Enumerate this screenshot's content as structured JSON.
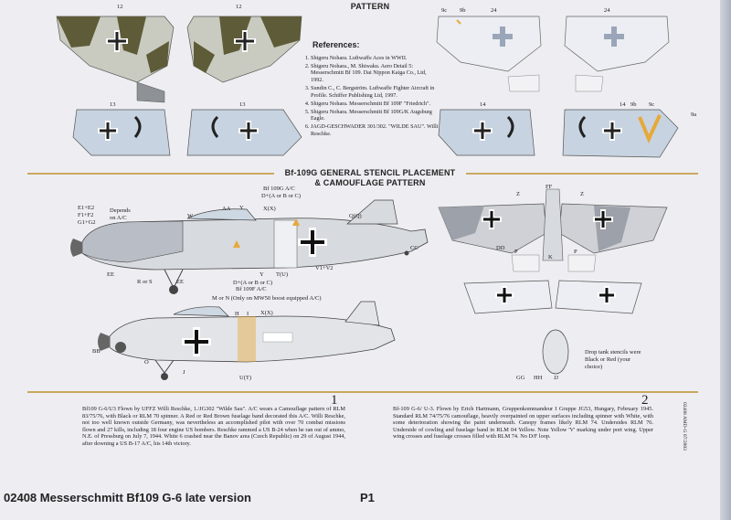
{
  "header": {
    "pattern_title": "PATTERN",
    "stencil_title_line1": "Bf-109G GENERAL STENCIL PLACEMENT",
    "stencil_title_line2": "& CAMOUFLAGE PATTERN"
  },
  "references": {
    "heading": "References:",
    "items": [
      "Shigeru Nohara. Luftwaffe Aces in WWII.",
      "Shigeru Nohara., M. Shiwaku. Aero Detail 5: Messerschmitt Bf 109. Dai Nippon Kaiga Co., Ltd, 1992.",
      "Sundin C., C. Bergström. Luftwaffe Fighter Aircraft in Profile. Schiffer Publishing Ltd, 1997.",
      "Shigeru Nohara. Messerschmitt Bf 109F \"Friedrich\".",
      "Shigeru Nohara. Messerschmitt Bf 109G/K Augsburg Eagle.",
      "JAGD-GESCHWADER 301/302. \"WILDE SAU\". Willi Reschke."
    ]
  },
  "markers_top": {
    "left_top_12a": "12",
    "left_top_12b": "12",
    "left_bottom_13a": "13",
    "left_bottom_13b": "13",
    "right_9c": "9c",
    "right_9b": "9b",
    "right_24a": "24",
    "right_24b": "24",
    "right_14": "14",
    "right_14b": "14",
    "right_9b2": "9b",
    "right_9c2": "9c",
    "right_9a": "9a"
  },
  "stencil_labels": {
    "e1e2": "E1+E2",
    "f1f2": "F1+F2",
    "g1g2": "G1+G2",
    "depends": "Depends",
    "on_ac": "on A/C",
    "bf109g_ac": "Bf 109G A/C",
    "d_a_bc": "D+(A or B or C)",
    "w": "W",
    "aa": "AA",
    "y": "Y",
    "x": "X(X)",
    "qq": "Q(Q)",
    "cc": "CC",
    "ee": "EE",
    "r_or_s": "R or S",
    "ee2": "EE",
    "d_a_bc2": "D+(A or B or C)",
    "bf109f_ac": "Bf 109F A/C",
    "y2": "Y",
    "tu": "T(U)",
    "v1v2": "V1+V2",
    "m_or_n": "M or N (Only on MW50 boost equipped A/C)",
    "h": "H",
    "i": "I",
    "xx2": "X(X)",
    "bb": "BB",
    "o": "O",
    "j": "J",
    "ut": "U(T)",
    "z1": "Z",
    "ff": "FF",
    "z2": "Z",
    "dd": "DD",
    "p1": "P",
    "k": "K",
    "p2": "P",
    "gg": "GG",
    "hh": "HH",
    "jj": "JJ",
    "drop_tank": "Drop tank stencils were Black or Red (your choice)"
  },
  "description_1": {
    "number": "1",
    "text": "Bf109 G-6/U3 Flown by UFFZ Willi Reschke, 1./JG302 \"Wilde Sau\". A/C wears a Camouflage pattern of RLM 83/75/76, with Black or RLM 70 spinner. A Red or Red Brown fuselage band decorated this A/C. Willi Reschke, not too well known outside Germany, was nevertheless an accomplished pilot with over 70 combat missions flown and 27 kills, including 18 four engine US bombers. Reschke rammed a US B-24 when he ran out of ammo, N.E. of Pressburg on July 7, 1944. White 6 crashed near the Banov area (Czech Republic) on 29 of August 1944, after downing a US B-17 A/C, his 14th victory."
  },
  "description_2": {
    "number": "2",
    "text": "Bf-109 G-6/ U-3. Flown by Erich Hartmann, Gruppenkommandeur I Gruppe JG53, Hungary, February 1945. Standard RLM 74/75/76 camouflage, heavily overpainted on upper surfaces including spinner with White, with some deterioration showing the paint underneath. Canopy frames likely RLM 74. Undersides RLM 76. Underside of cowling and fuselage band in RLM 04 Yellow. Note Yellow 'V' marking under port wing. Upper wing crosses and fuselage crosses filled with RLM 74. No D/F loop."
  },
  "footer": {
    "title": "02408 Messerschmitt Bf109 G-6 late version",
    "page": "P1",
    "side_code": "02408 AMD-G 07/2003"
  },
  "colors": {
    "rlm_brown": "#5e5b38",
    "rlm_grey_light": "#c8ccd2",
    "rlm76": "#c7d3e0",
    "gold_rule": "#c9a860",
    "yellow_v": "#e6a93a"
  }
}
